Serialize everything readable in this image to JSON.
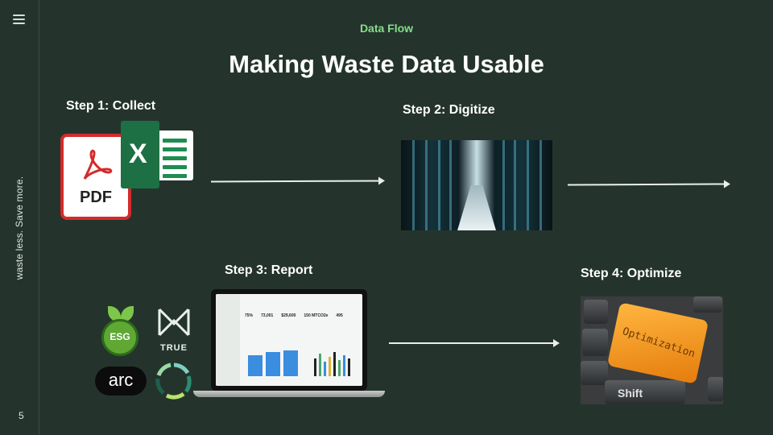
{
  "sidebar": {
    "tagline": "waste less. Save more.",
    "page_number": "5"
  },
  "header": {
    "eyebrow": "Data Flow",
    "title": "Making Waste Data Usable"
  },
  "steps": [
    {
      "label": "Step 1: Collect"
    },
    {
      "label": "Step 2: Digitize"
    },
    {
      "label": "Step 3: Report"
    },
    {
      "label": "Step 4: Optimize"
    }
  ],
  "step1": {
    "pdf_text": "PDF",
    "excel_letter": "X"
  },
  "step3": {
    "logos": {
      "esg": "ESG",
      "true": "TRUE",
      "arc": "arc"
    },
    "dashboard_stats": [
      "75%",
      "73,001",
      "$29,600",
      "150 MTCO2e",
      "495"
    ]
  },
  "step4": {
    "key_text": "Optimization",
    "shift_text": "Shift"
  },
  "colors": {
    "background": "#24342d",
    "accent_green": "#86de8a",
    "pdf_red": "#d32b2b",
    "excel_green": "#1d7044",
    "key_orange": "#f2a22a"
  }
}
